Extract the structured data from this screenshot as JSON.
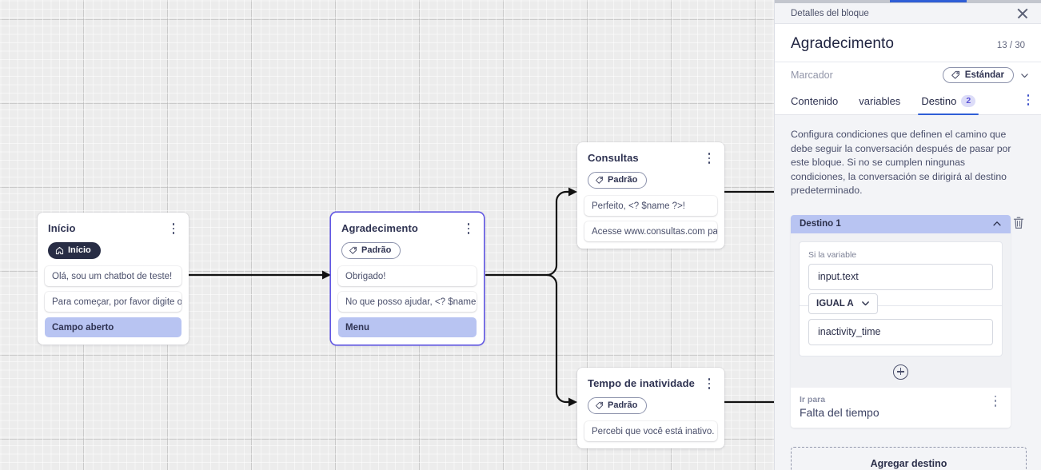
{
  "panel": {
    "header_title": "Detalles del bloque",
    "close_icon": "close-icon",
    "block_title": "Agradecimento",
    "char_counter": "13 / 30",
    "marcador_label": "Marcador",
    "marcador_value": "Estándar",
    "marcador_icon": "tag-icon",
    "chevron_icon": "chevron-down-icon",
    "tabs": [
      {
        "label": "Contenido",
        "badge": "",
        "active": false
      },
      {
        "label": "variables",
        "badge": "",
        "active": false
      },
      {
        "label": "Destino",
        "badge": "2",
        "active": true
      }
    ],
    "tabs_overflow_icon": "kebab-menu-icon",
    "description": "Configura condiciones que definen el camino que debe seguir la conversación después de pasar por este bloque. Si no se cumplen ningunas condiciones, la conversación se dirigirá al destino predeterminado.",
    "destino": {
      "header": "Destino 1",
      "collapse_icon": "chevron-up-icon",
      "delete_icon": "trash-icon",
      "condition_label": "Si la variable",
      "variable_value": "input.text",
      "operator_value": "IGUAL A",
      "operator_icon": "chevron-down-icon",
      "compare_value": "inactivity_time",
      "add_condition_icon": "plus-circle-icon",
      "goto_label": "Ir para",
      "goto_value": "Falta del tiempo",
      "goto_menu_icon": "kebab-menu-icon"
    },
    "add_destination_label": "Agregar destino"
  },
  "canvas": {
    "nodes": [
      {
        "id": "inicio",
        "title": "Início",
        "tag": "Início",
        "tag_icon": "home-icon",
        "tag_style": "start",
        "menu_icon": "kebab-menu-icon",
        "selected": false,
        "items": [
          {
            "text": "Olá, sou um chatbot de teste!",
            "accent": false
          },
          {
            "text": "Para começar, por favor digite o ...",
            "accent": false
          },
          {
            "text": "Campo aberto",
            "accent": true
          }
        ]
      },
      {
        "id": "agradecimento",
        "title": "Agradecimento",
        "tag": "Padrão",
        "tag_icon": "tag-icon",
        "tag_style": "default",
        "menu_icon": "kebab-menu-icon",
        "selected": true,
        "items": [
          {
            "text": "Obrigado!",
            "accent": false
          },
          {
            "text": "No que posso ajudar, <? $name ...",
            "accent": false
          },
          {
            "text": "Menu",
            "accent": true
          }
        ]
      },
      {
        "id": "consultas",
        "title": "Consultas",
        "tag": "Padrão",
        "tag_icon": "tag-icon",
        "tag_style": "default",
        "menu_icon": "kebab-menu-icon",
        "selected": false,
        "items": [
          {
            "text": "Perfeito, <? $name ?>!",
            "accent": false
          },
          {
            "text": "Acesse www.consultas.com par...",
            "accent": false
          }
        ]
      },
      {
        "id": "inatividade",
        "title": "Tempo de inatividade",
        "tag": "Padrão",
        "tag_icon": "tag-icon",
        "tag_style": "default",
        "menu_icon": "kebab-menu-icon",
        "selected": false,
        "items": [
          {
            "text": "Percebi que você está inativo. C...",
            "accent": false
          }
        ]
      }
    ]
  },
  "colors": {
    "accent_blue": "#2f5ed6",
    "node_selected": "#6157e3",
    "chip_accent": "#b8c4f2",
    "badge_bg": "#dcdcf8",
    "badge_text": "#5a52d5",
    "canvas_bg": "#ececec",
    "panel_bg": "#f3f4f7"
  }
}
